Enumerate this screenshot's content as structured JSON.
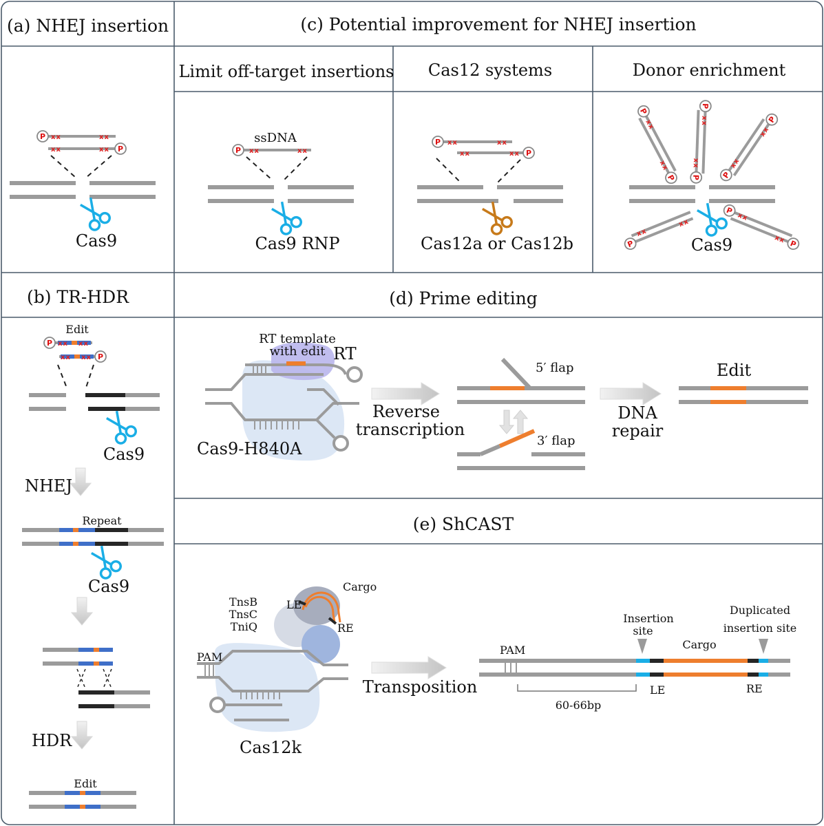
{
  "panels": {
    "a": {
      "title": "(a)  NHEJ insertion",
      "cas": "Cas9"
    },
    "b": {
      "title": "(b)  TR-HDR",
      "edit_top": "Edit",
      "cas_top": "Cas9",
      "nhej": "NHEJ",
      "repeat": "Repeat",
      "cas_mid": "Cas9",
      "hdr": "HDR",
      "edit_bottom": "Edit"
    },
    "c": {
      "title": "(c)  Potential improvement for NHEJ insertion",
      "limit": {
        "title": "Limit off-target insertions",
        "ssdna": "ssDNA",
        "cas": "Cas9 RNP"
      },
      "cas12": {
        "title": "Cas12 systems",
        "cas": "Cas12a or Cas12b"
      },
      "donor": {
        "title": "Donor enrichment",
        "cas": "Cas9"
      }
    },
    "d": {
      "title": "(d)  Prime editing",
      "rt_template": "RT template",
      "with_edit": "with edit",
      "rt": "RT",
      "cas": "Cas9-H840A",
      "reverse": "Reverse",
      "transcription": "transcription",
      "flap5": "5′ flap",
      "flap3": "3′ flap",
      "dna": "DNA",
      "repair": "repair",
      "edit": "Edit"
    },
    "e": {
      "title": "(e)  ShCAST",
      "tnsb": "TnsB",
      "tnsc": "TnsC",
      "tniq": "TniQ",
      "le_complex": "LE",
      "re_complex": "RE",
      "cargo_complex": "Cargo",
      "pam_left": "PAM",
      "cas": "Cas12k",
      "transposition": "Transposition",
      "pam_right": "PAM",
      "insertion": "Insertion",
      "site": "site",
      "duplicated": "Duplicated",
      "insertion_site": "insertion site",
      "cargo": "Cargo",
      "le": "LE",
      "re": "RE",
      "distance": "60-66bp"
    }
  },
  "symbols": {
    "phosphate": "P",
    "mark": "xx"
  },
  "colors": {
    "frame": "#4a5a6a",
    "dna": "#9b9b9b",
    "cargo": "#ee7e2e",
    "homology": "#3f6fc8",
    "scissors_cas9": "#1aaee6",
    "scissors_cas12": "#c77a1a",
    "end_seq": "#1aaee6"
  }
}
